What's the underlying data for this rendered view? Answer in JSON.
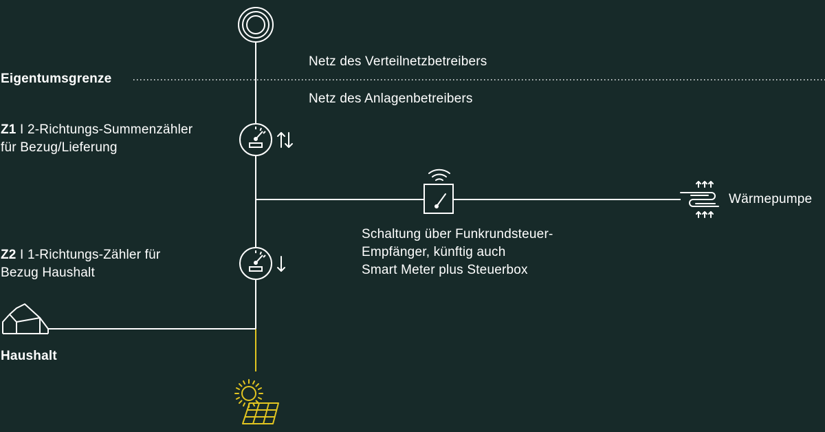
{
  "colors": {
    "background": "#172a29",
    "line": "#ffffff",
    "pv": "#e2c521"
  },
  "labels": {
    "grid_operator": "Netz des Verteilnetzbetreibers",
    "boundary": "Eigentumsgrenze",
    "plant_operator": "Netz des Anlagenbetreibers",
    "z1_code": "Z1",
    "z1_line1": " I 2-Richtungs-Summenzähler",
    "z1_line2": "für Bezug/Lieferung",
    "z2_code": "Z2",
    "z2_line1": " I 1-Richtungs-Zähler für",
    "z2_line2": "Bezug Haushalt",
    "heat_pump": "Wärmepumpe",
    "switch_line1": "Schaltung über Funkrundsteuer-",
    "switch_line2": "Empfänger, künftig auch",
    "switch_line3": "Smart Meter plus Steuerbox",
    "household": "Haushalt"
  },
  "icons": {
    "grid_connection": "grid-connection-icon",
    "meter_z1": "bidirectional-meter-icon",
    "meter_z2": "unidirectional-meter-icon",
    "bidirectional_arrows": "up-down-arrows-icon",
    "down_arrow": "down-arrow-icon",
    "radio_receiver": "radio-switch-icon",
    "heat_pump": "heat-pump-icon",
    "house": "house-icon",
    "sun": "sun-icon",
    "solar_panel": "solar-panel-icon"
  }
}
